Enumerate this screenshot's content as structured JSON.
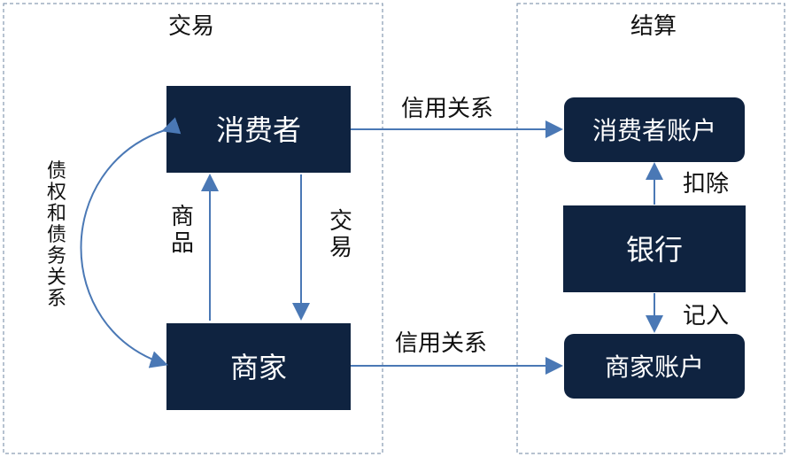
{
  "sections": {
    "trade": "交易",
    "settlement": "结算"
  },
  "nodes": {
    "consumer": "消费者",
    "merchant": "商家",
    "consumer_account": "消费者账户",
    "bank": "银行",
    "merchant_account": "商家账户"
  },
  "edges": {
    "goods": "商品",
    "trade": "交易",
    "credit_top": "信用关系",
    "credit_bottom": "信用关系",
    "debt_relation": "债权和债务关系",
    "deduct": "扣除",
    "record": "记入"
  },
  "colors": {
    "node_fill": "#0f2340",
    "arrow": "#4a78b5",
    "frame": "#6d86a0"
  }
}
